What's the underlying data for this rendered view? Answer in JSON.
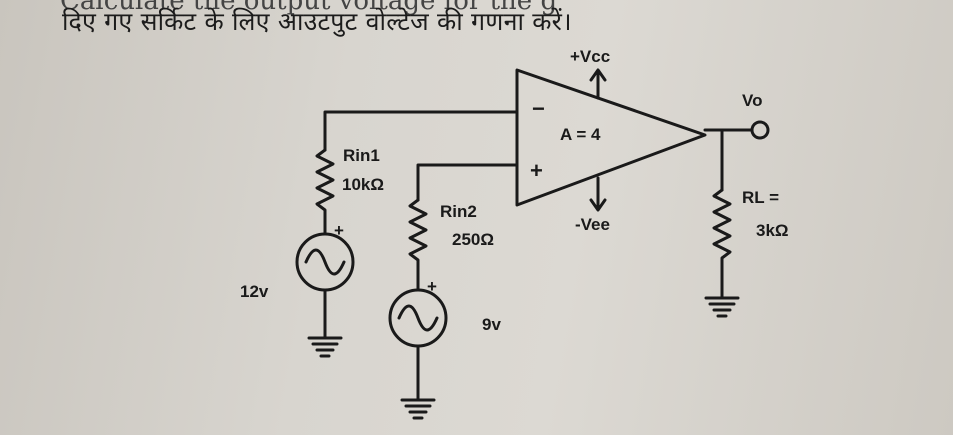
{
  "header": {
    "cut_text": "Calculate the output voltage for the g",
    "question": "दिए गए सर्किट के लिए आउटपुट वोल्टेज की गणना करें।"
  },
  "circuit": {
    "vcc": "+Vcc",
    "vee": "-Vee",
    "vo": "Vo",
    "gain": "A = 4",
    "minus_sign": "−",
    "plus_sign": "+",
    "rin1_name": "Rin1",
    "rin1_value": "10kΩ",
    "rin2_name": "Rin2",
    "rin2_value": "250Ω",
    "rl_name": "RL =",
    "rl_value": "3kΩ",
    "v1": "12v",
    "v2": "9v",
    "source_plus": "+"
  }
}
